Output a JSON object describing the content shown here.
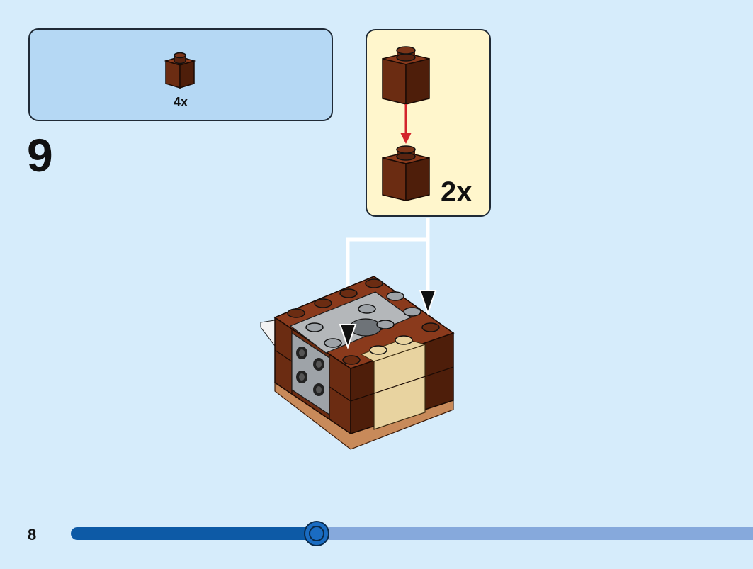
{
  "page": {
    "background_color": "#d6ecfb",
    "page_number": "8"
  },
  "parts_list": {
    "items": [
      {
        "part": "1x1 brick",
        "color": "#6b2c12",
        "icon": "reddish-brown-1x1-brick-icon",
        "quantity": "4x"
      }
    ]
  },
  "step": {
    "number": "9"
  },
  "sub_assembly": {
    "quantity": "2x",
    "icon": "stacked-1x1-bricks-icon"
  },
  "progress": {
    "fraction": 0.36,
    "track_color": "#86a9dc",
    "fill_color": "#0d5aa6"
  }
}
